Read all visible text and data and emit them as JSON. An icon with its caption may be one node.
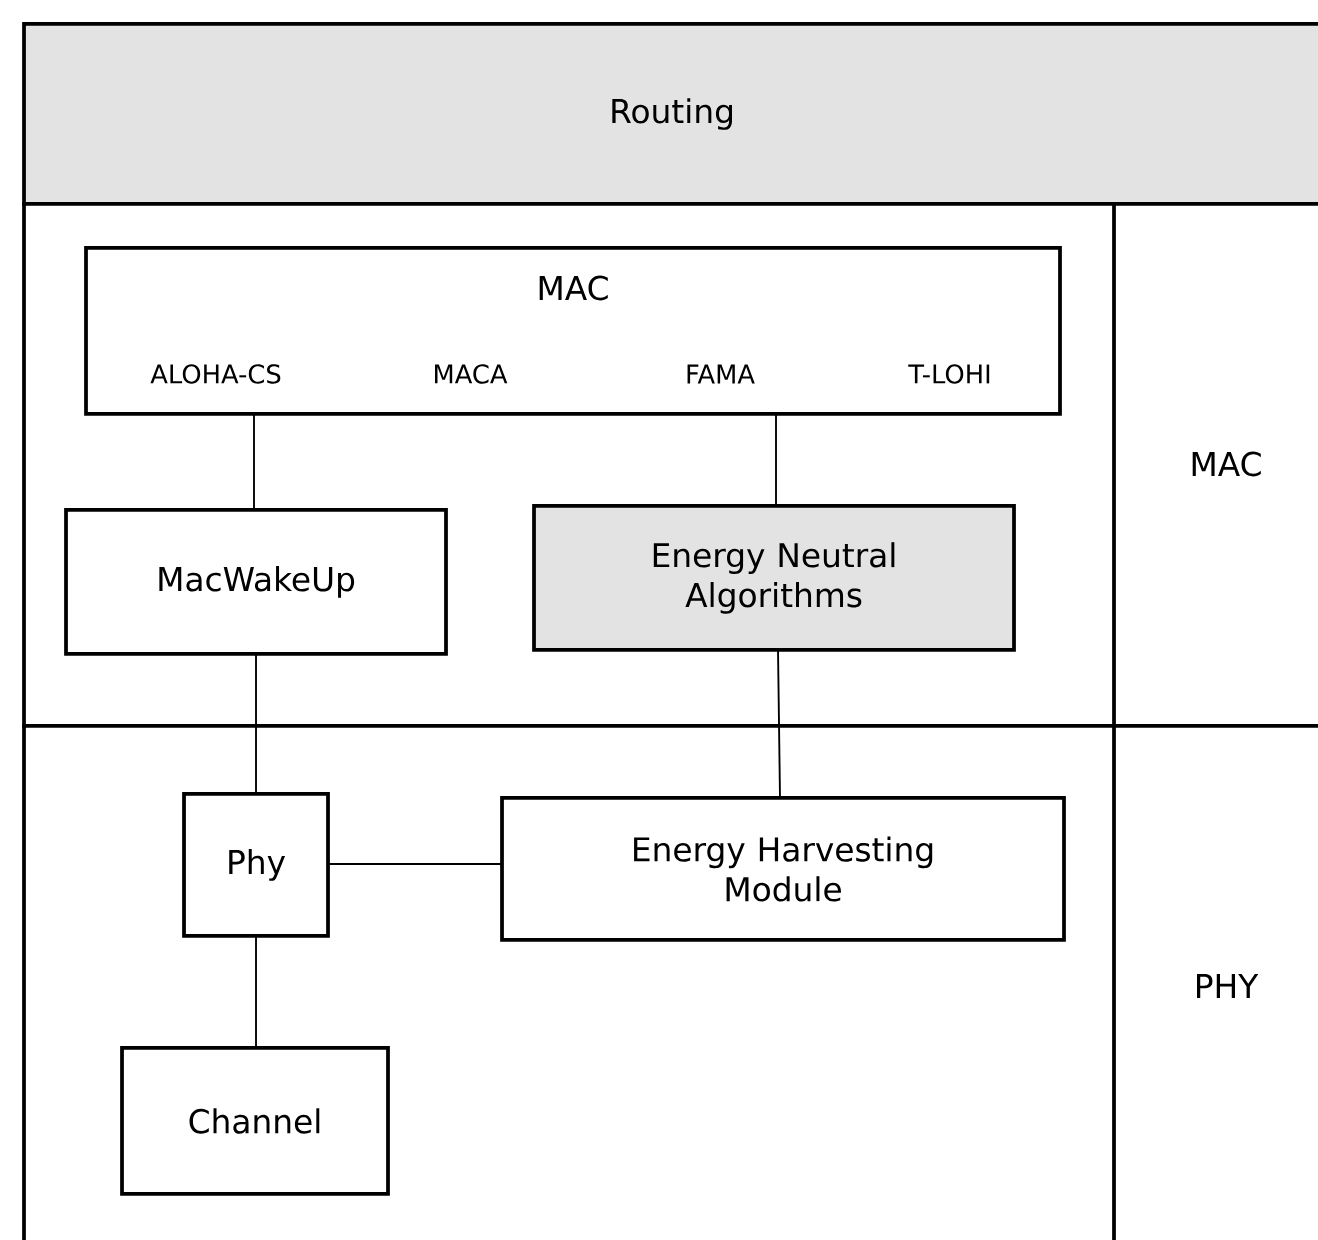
{
  "diagram": {
    "nodes": [
      {
        "text": [
          "Routing"
        ]
      },
      {
        "text": [
          "MAC"
        ]
      },
      {
        "text": [
          "MAC",
          "ALOHA-CS",
          "MACA",
          "FAMA",
          "T-LOHI"
        ],
        "in": 1
      },
      {
        "text": [
          "MacWakeUp"
        ],
        "in": 1
      },
      {
        "text": [
          "Energy Neutral Algorithms"
        ],
        "in": 1
      },
      {
        "text": [
          "PHY"
        ]
      },
      {
        "text": [
          "Phy"
        ],
        "in": 5
      },
      {
        "text": [
          "Energy Harvesting Module"
        ],
        "in": 5
      },
      {
        "text": [
          "Channel"
        ],
        "in": 5
      }
    ],
    "edges": [
      {
        "from": 2,
        "to": 3,
        "arrow": "none"
      },
      {
        "from": 2,
        "to": 4,
        "arrow": "none"
      },
      {
        "from": 3,
        "to": 6,
        "arrow": "none"
      },
      {
        "from": 4,
        "to": 7,
        "arrow": "none"
      },
      {
        "from": 6,
        "to": 7,
        "arrow": "none"
      },
      {
        "from": 6,
        "to": 8,
        "arrow": "none"
      }
    ]
  }
}
